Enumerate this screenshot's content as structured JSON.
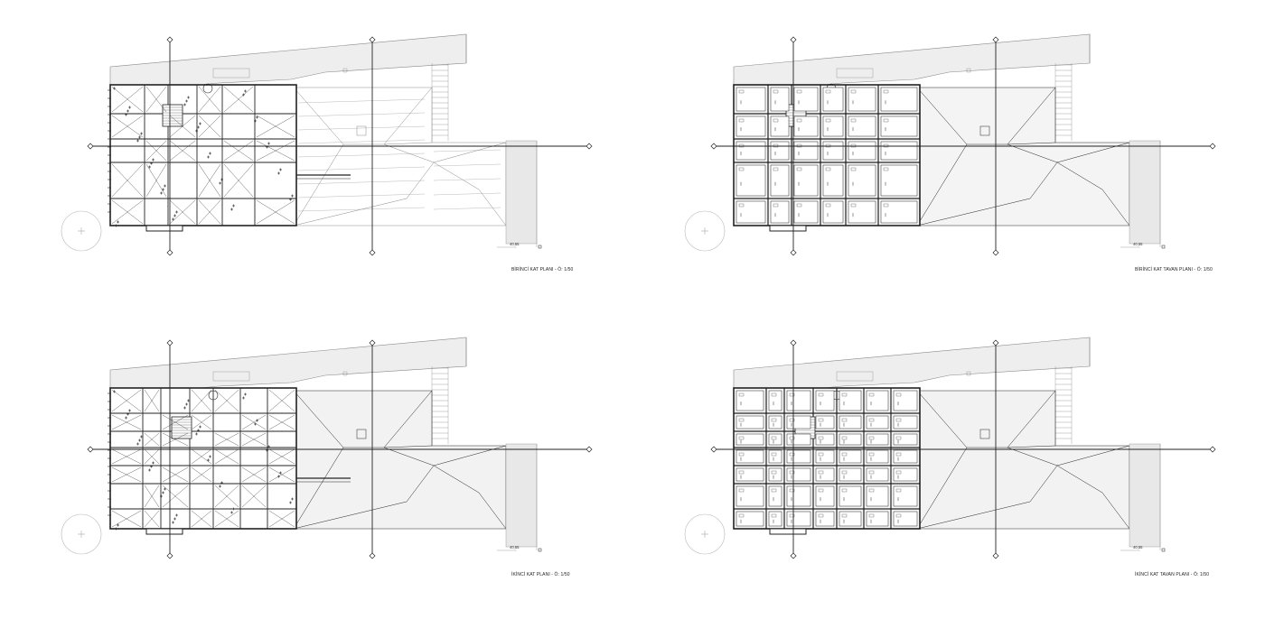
{
  "plans": [
    {
      "id": "p1",
      "title": "BİRİNCİ KAT PLANI - Ö: 1/50",
      "level": "40,55",
      "kind": "floor",
      "upper": false
    },
    {
      "id": "p2",
      "title": "BİRİNCİ KAT TAVAN PLANI - Ö: 1/50",
      "level": "40,55",
      "kind": "ceiling",
      "upper": false
    },
    {
      "id": "p3",
      "title": "İKİNCİ KAT PLANI - Ö: 1/50",
      "level": "40,55",
      "kind": "floor",
      "upper": true
    },
    {
      "id": "p4",
      "title": "İKİNCİ KAT TAVAN PLANI - Ö: 1/50",
      "level": "40,55",
      "kind": "ceiling",
      "upper": true
    }
  ],
  "colors": {
    "line": "#222222",
    "light_line": "#8a8a8a",
    "tint": "#e6e6e6",
    "background": "#ffffff"
  }
}
